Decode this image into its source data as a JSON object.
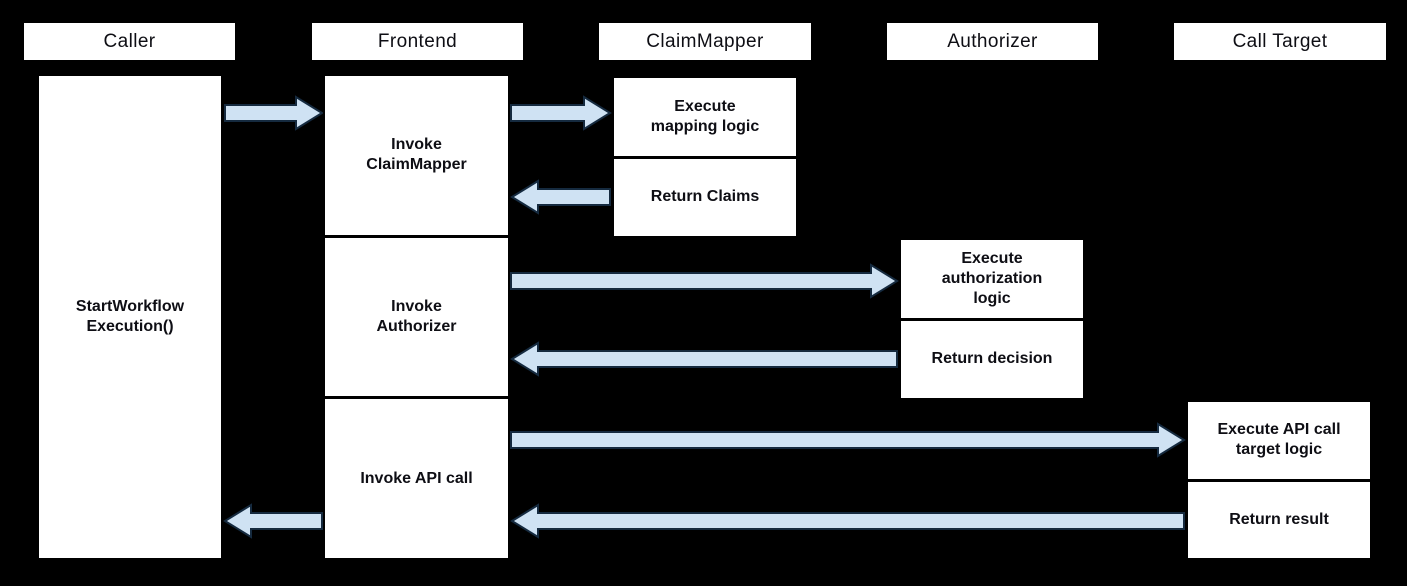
{
  "lanes": {
    "caller": "Caller",
    "frontend": "Frontend",
    "claimmapper": "ClaimMapper",
    "authorizer": "Authorizer",
    "calltarget": "Call Target"
  },
  "boxes": {
    "caller_activity": "StartWorkflow\nExecution()",
    "frontend": [
      "Invoke\nClaimMapper",
      "Invoke\nAuthorizer",
      "Invoke API call"
    ],
    "claimmapper": [
      "Execute\nmapping logic",
      "Return Claims"
    ],
    "authorizer": [
      "Execute\nauthorization\nlogic",
      "Return decision"
    ],
    "calltarget": [
      "Execute API call\ntarget logic",
      "Return result"
    ]
  },
  "arrows": [
    {
      "from": "caller",
      "to": "frontend"
    },
    {
      "from": "frontend",
      "to": "claimmapper"
    },
    {
      "from": "claimmapper",
      "to": "frontend"
    },
    {
      "from": "frontend",
      "to": "authorizer"
    },
    {
      "from": "authorizer",
      "to": "frontend"
    },
    {
      "from": "frontend",
      "to": "calltarget"
    },
    {
      "from": "calltarget",
      "to": "frontend"
    },
    {
      "from": "frontend",
      "to": "caller"
    }
  ],
  "colors": {
    "background": "#000000",
    "box_fill": "#ffffff",
    "box_border": "#000000",
    "arrow_fill": "#cfe2f3",
    "arrow_stroke": "#152a3f",
    "text": "#0e0e14"
  }
}
